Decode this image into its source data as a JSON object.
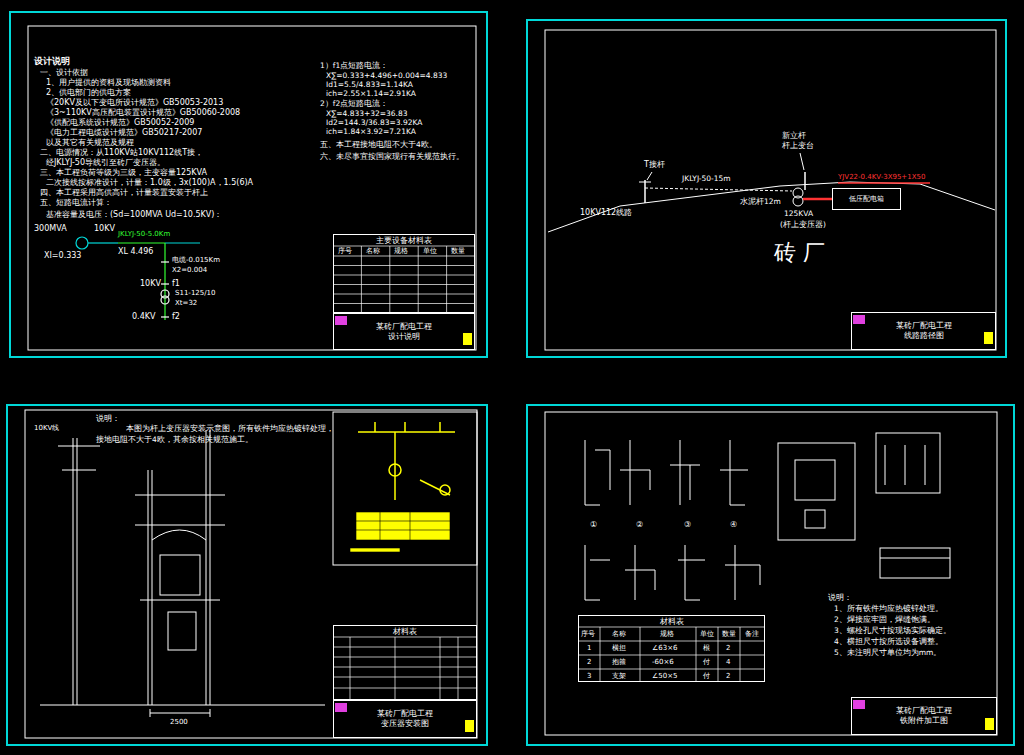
{
  "diagram": {
    "nodes": [
      {
        "text": [
          "主要设备材料表"
        ]
      },
      {
        "text": [
          "某砖厂配电工程",
          "设计说明"
        ]
      },
      {
        "text": [
          "低压配电箱"
        ]
      },
      {
        "text": [
          "某砖厂配电工程",
          "线路路径图"
        ]
      },
      {
        "text": [
          "材料表"
        ]
      },
      {
        "text": [
          "某砖厂配电工程",
          "变压器安装图"
        ]
      },
      {
        "text": [
          "材料表"
        ]
      },
      {
        "text": [
          "某砖厂配电工程",
          "铁附件加工图"
        ]
      }
    ],
    "labels": [
      "设计说明",
      "一、设计依据",
      "1、用户提供的资料及现场勘测资料",
      "2、供电部门的供电方案",
      "《20KV及以下变电所设计规范》GB50053-2013",
      "《3~110KV高压配电装置设计规范》GB50060-2008",
      "《供配电系统设计规范》GB50052-2009",
      "《电力工程电缆设计规范》GB50217-2007",
      "以及其它有关规范及规程",
      "二、电源情况：从110KV站10KV112线T接，",
      "经JKLYJ-50导线引至砖厂变压器。",
      "三、本工程负荷等级为三级，主变容量125KVA",
      "二次接线按标准设计，计量：1.0级，3x(100)A，1.5(6)A",
      "四、本工程采用高供高计，计量装置安装于杆上",
      "五、短路电流计算：",
      "基准容量及电压：(Sd=100MVA Ud=10.5KV)：",
      "300MVA",
      "10KV",
      "JKLYJ-50-5.0Km",
      "XI=0.333",
      "XL 4.496",
      "电缆-0.015Km",
      "X2=0.004",
      "10KV",
      "f1",
      "S11-125/10",
      "Xt=32",
      "0.4KV",
      "f2",
      "1）f1点短路电流：",
      "X∑=0.333+4.496+0.004=4.833",
      "Id1=5.5/4.833=1.14KA",
      "ich=2.55×1.14=2.91KA",
      "2）f2点短路电流：",
      "X∑=4.833+32=36.83",
      "Id2=144.3/36.83=3.92KA",
      "ich=1.84×3.92=7.21KA",
      "五、本工程接地电阻不大于4欧。",
      "六、未尽事宜按国家现行有关规范执行。",
      "序号",
      "名称",
      "规格",
      "单位",
      "数量",
      "T接杆",
      "10KV112线路",
      "JKLYJ-50-15m",
      "水泥杆12m",
      "125KVA",
      "(杆上变压器)",
      "新立杆",
      "杆上变台",
      "YJV22-0.4KV-3X95+1X50",
      "砖  厂",
      "说明：",
      "本图为杆上变压器安装示意图，所有铁件均应热镀锌处理，",
      "接地电阻不大于4欧，其余按相关规范施工。",
      "10KV线",
      "2500",
      "说明：",
      "1、所有铁件均应热镀锌处理。",
      "2、焊接应牢固，焊缝饱满。",
      "3、螺栓孔尺寸按现场实际确定。",
      "4、横担尺寸按所选设备调整。",
      "5、未注明尺寸单位均为mm。",
      "序号",
      "名称",
      "规格",
      "单位",
      "数量",
      "备注",
      "1",
      "横担",
      "∠63×6",
      "根",
      "2",
      "2",
      "抱箍",
      "-60×6",
      "付",
      "4",
      "3",
      "支架",
      "∠50×5",
      "付",
      "2",
      "①",
      "②",
      "③",
      "④"
    ]
  }
}
